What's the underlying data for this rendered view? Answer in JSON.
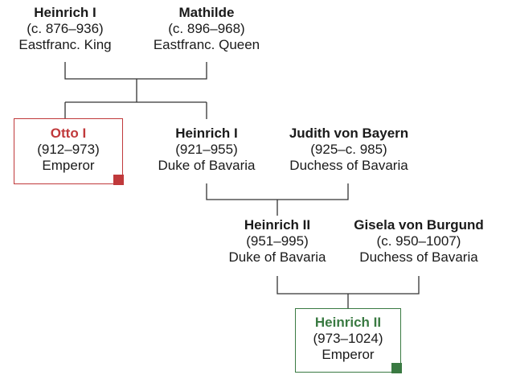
{
  "colors": {
    "otto": "#c0393b",
    "heinrich2": "#3a7a42",
    "line": "#333333"
  },
  "people": {
    "heinrich_i_king": {
      "name": "Heinrich I",
      "dates": "(c. 876–936)",
      "title": "Eastfranc. King"
    },
    "mathilde": {
      "name": "Mathilde",
      "dates": "(c. 896–968)",
      "title": "Eastfranc. Queen"
    },
    "otto_i": {
      "name": "Otto I",
      "dates": "(912–973)",
      "title": "Emperor"
    },
    "heinrich_i_duke": {
      "name": "Heinrich I",
      "dates": "(921–955)",
      "title": "Duke of Bavaria"
    },
    "judith": {
      "name": "Judith von Bayern",
      "dates": "(925–c. 985)",
      "title": "Duchess of Bavaria"
    },
    "heinrich_ii_duke": {
      "name": "Heinrich II",
      "dates": "(951–995)",
      "title": "Duke of Bavaria"
    },
    "gisela": {
      "name": "Gisela von Burgund",
      "dates": "(c. 950–1007)",
      "title": "Duchess of Bavaria"
    },
    "heinrich_ii_emperor": {
      "name": "Heinrich II",
      "dates": "(973–1024)",
      "title": "Emperor"
    }
  }
}
